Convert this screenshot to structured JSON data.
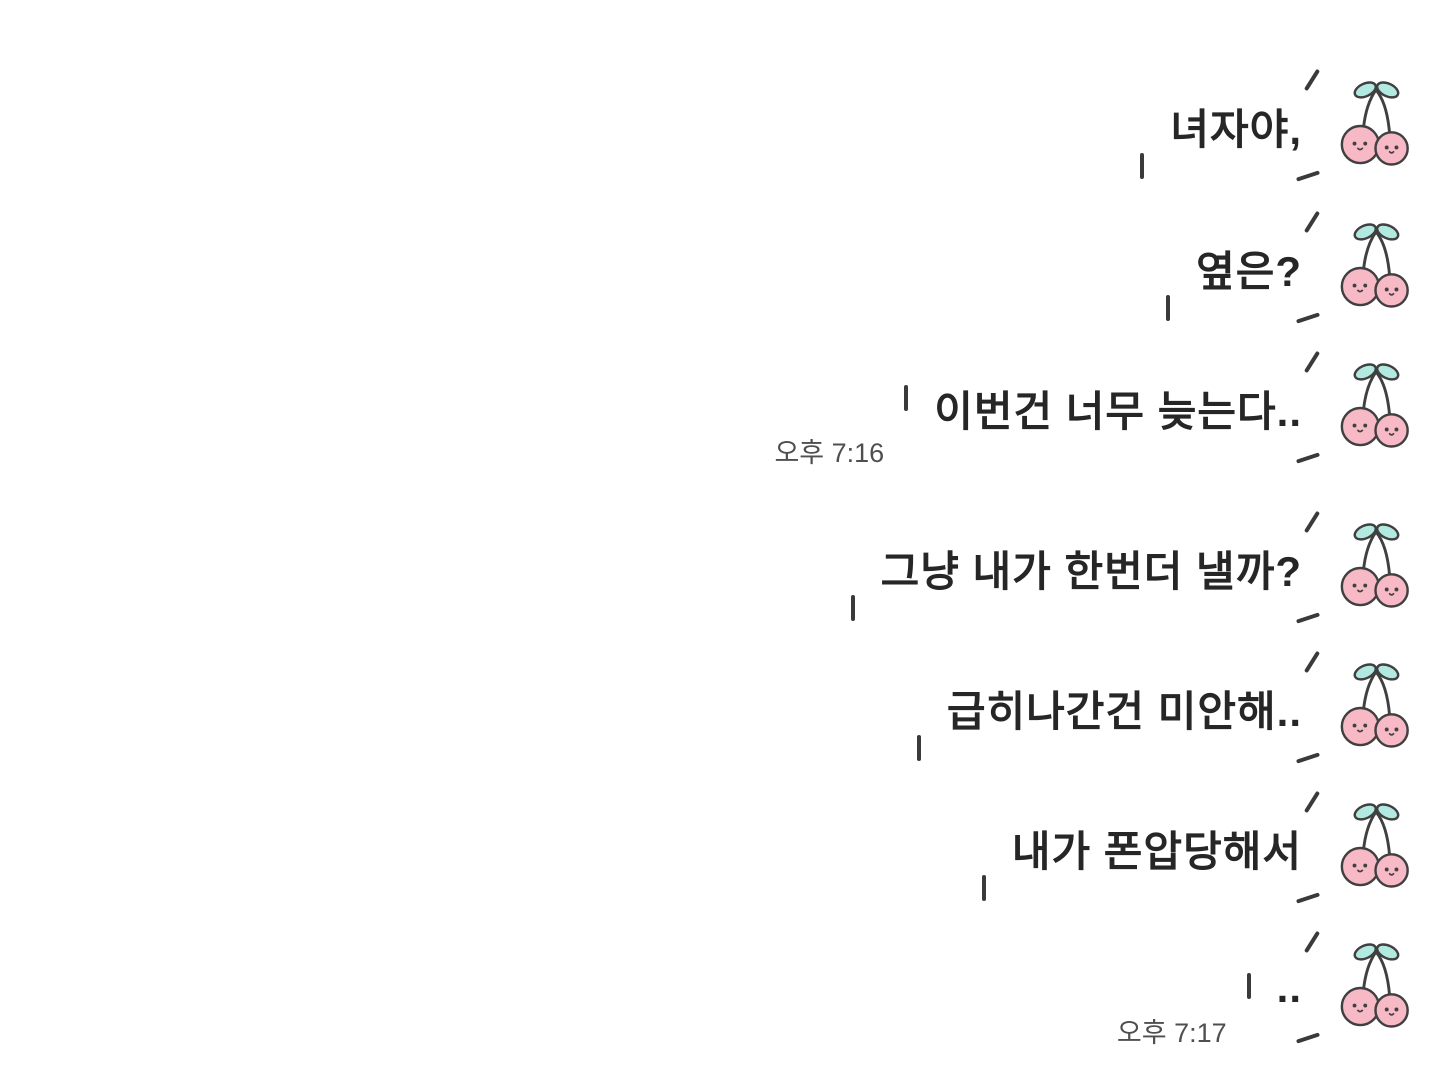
{
  "chat": {
    "messages": [
      {
        "text": "녀자야,",
        "time": ""
      },
      {
        "text": "옆은?",
        "time": ""
      },
      {
        "text": "이번건 너무 늦는다..",
        "time": "오후 7:16"
      },
      {
        "text": "그냥 내가 한번더 낼까?",
        "time": ""
      },
      {
        "text": "급히나간건 미안해..",
        "time": ""
      },
      {
        "text": "내가 폰압당해서",
        "time": ""
      },
      {
        "text": "..",
        "time": "오후 7:17"
      }
    ]
  },
  "icons": {
    "sticker": "cherry-sticker",
    "accent_marks": [
      "accent-tick",
      "sparkle-mark-top",
      "sparkle-mark-bottom"
    ]
  },
  "colors": {
    "background": "#ffffff",
    "message_text": "#262626",
    "timestamp_text": "#4f4f4f",
    "cherry_pink": "#f7b9c6",
    "cherry_outline": "#404040",
    "leaf_mint": "#b2e9e0",
    "accent_mark": "#3a3a3a"
  }
}
